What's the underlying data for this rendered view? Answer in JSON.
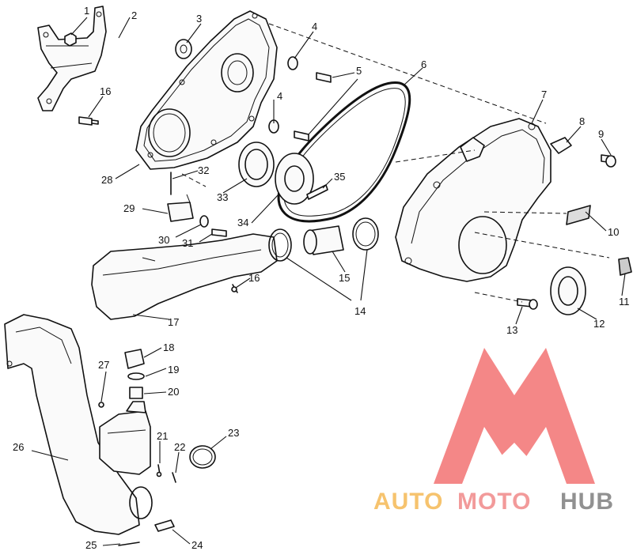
{
  "callouts": [
    "1",
    "2",
    "3",
    "4",
    "4",
    "5",
    "6",
    "7",
    "8",
    "9",
    "10",
    "11",
    "12",
    "13",
    "14",
    "15",
    "16",
    "16",
    "17",
    "18",
    "19",
    "20",
    "21",
    "22",
    "23",
    "24",
    "25",
    "26",
    "27",
    "28",
    "29",
    "30",
    "31",
    "32",
    "33",
    "34",
    "35"
  ],
  "watermark": {
    "brand_part1": "AUTO",
    "brand_part2": "MOTO",
    "brand_part3": "HUB",
    "color_auto": "#f5b74f",
    "color_moto": "#f08484",
    "color_hub": "#7a7a7a",
    "logo_color": "#f26d6d"
  }
}
